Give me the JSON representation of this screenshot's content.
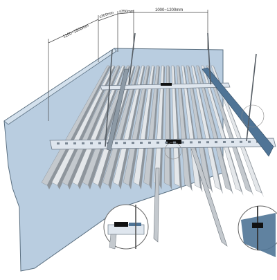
{
  "diagram": {
    "dimension_labels": {
      "span_a": "1200~1500mm",
      "span_b": "≤300mm",
      "span_c": "≤350mm",
      "span_d": "1000~1200mm"
    },
    "colors": {
      "wall_fill": "#b9cde0",
      "wall_side": "#d4e1ed",
      "wall_stroke": "#5a6f80",
      "strip_light": "#e4e7ea",
      "strip_mid": "#c4c9ce",
      "strip_dark": "#8e959c",
      "carrier_fill": "#dfe6ee",
      "carrier_hole": "#7a8794",
      "rod": "#555c63",
      "accent_blue": "#4f7496",
      "clip_black": "#111111",
      "dim_line": "#444444"
    },
    "icons": [
      "hanger-rod",
      "carrier-bar",
      "baffle-strip",
      "connector-clip",
      "detail-magnifier"
    ]
  }
}
